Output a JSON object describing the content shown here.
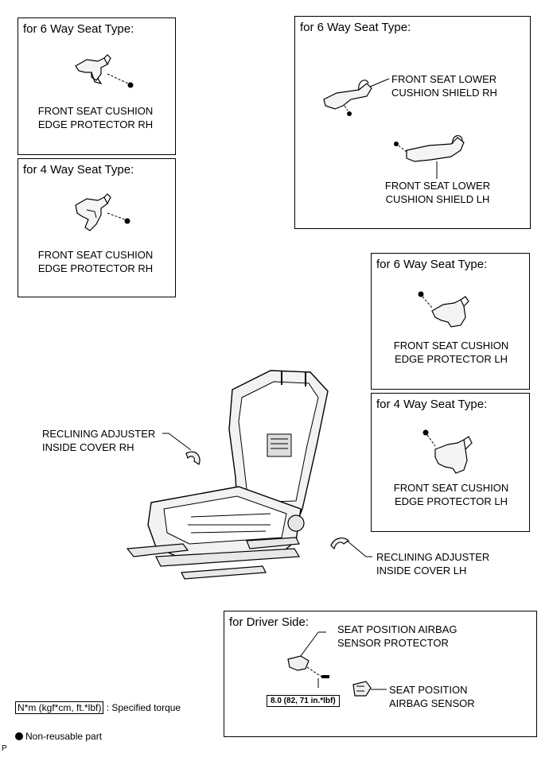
{
  "panels": {
    "p1": {
      "title": "for 6 Way Seat Type:",
      "label": [
        "FRONT SEAT CUSHION",
        "EDGE PROTECTOR RH"
      ]
    },
    "p2": {
      "title": "for 4 Way Seat Type:",
      "label": [
        "FRONT SEAT CUSHION",
        "EDGE PROTECTOR RH"
      ]
    },
    "p3": {
      "title": "for 6 Way Seat Type:",
      "label_rh": [
        "FRONT SEAT LOWER",
        "CUSHION SHIELD RH"
      ],
      "label_lh": [
        "FRONT SEAT LOWER",
        "CUSHION SHIELD LH"
      ]
    },
    "p4": {
      "title": "for 6 Way Seat Type:",
      "label": [
        "FRONT SEAT CUSHION",
        "EDGE PROTECTOR LH"
      ]
    },
    "p5": {
      "title": "for 4 Way Seat Type:",
      "label": [
        "FRONT SEAT CUSHION",
        "EDGE PROTECTOR LH"
      ]
    },
    "p6": {
      "title": "for Driver Side:",
      "label_protector": [
        "SEAT POSITION AIRBAG",
        "SENSOR PROTECTOR"
      ],
      "label_sensor": [
        "SEAT POSITION",
        "AIRBAG SENSOR"
      ],
      "torque": "8.0 (82, 71 in.*lbf)"
    }
  },
  "labels": {
    "recliner_rh": [
      "RECLINING ADJUSTER",
      "INSIDE COVER RH"
    ],
    "recliner_lh": [
      "RECLINING ADJUSTER",
      "INSIDE COVER LH"
    ]
  },
  "legend": {
    "torque_unit": "N*m (kgf*cm, ft.*lbf)",
    "torque_desc": ": Specified torque",
    "nonreusable": "Non-reusable part"
  },
  "corner_code": "P"
}
